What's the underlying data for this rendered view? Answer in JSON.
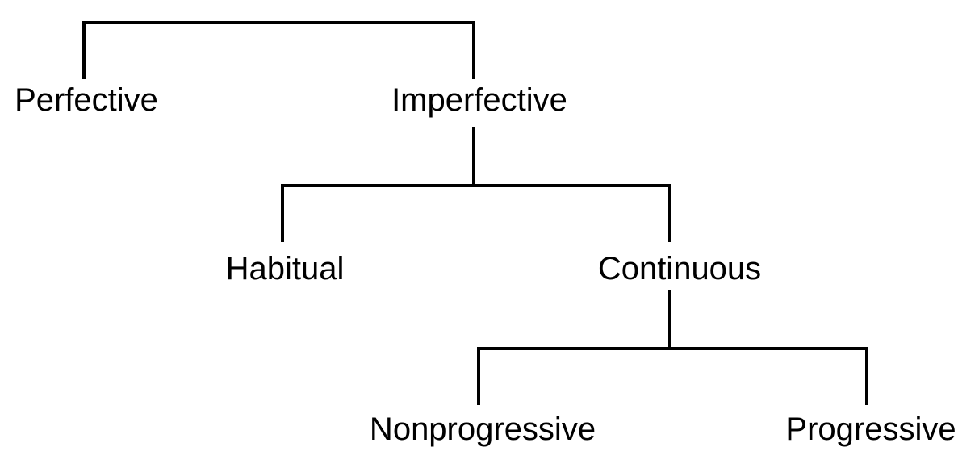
{
  "diagram": {
    "type": "tree",
    "line_color": "#000000",
    "nodes": {
      "perfective": "Perfective",
      "imperfective": "Imperfective",
      "habitual": "Habitual",
      "continuous": "Continuous",
      "nonprogressive": "Nonprogressive",
      "progressive": "Progressive"
    },
    "edges": [
      [
        "root",
        "perfective"
      ],
      [
        "root",
        "imperfective"
      ],
      [
        "imperfective",
        "habitual"
      ],
      [
        "imperfective",
        "continuous"
      ],
      [
        "continuous",
        "nonprogressive"
      ],
      [
        "continuous",
        "progressive"
      ]
    ]
  }
}
